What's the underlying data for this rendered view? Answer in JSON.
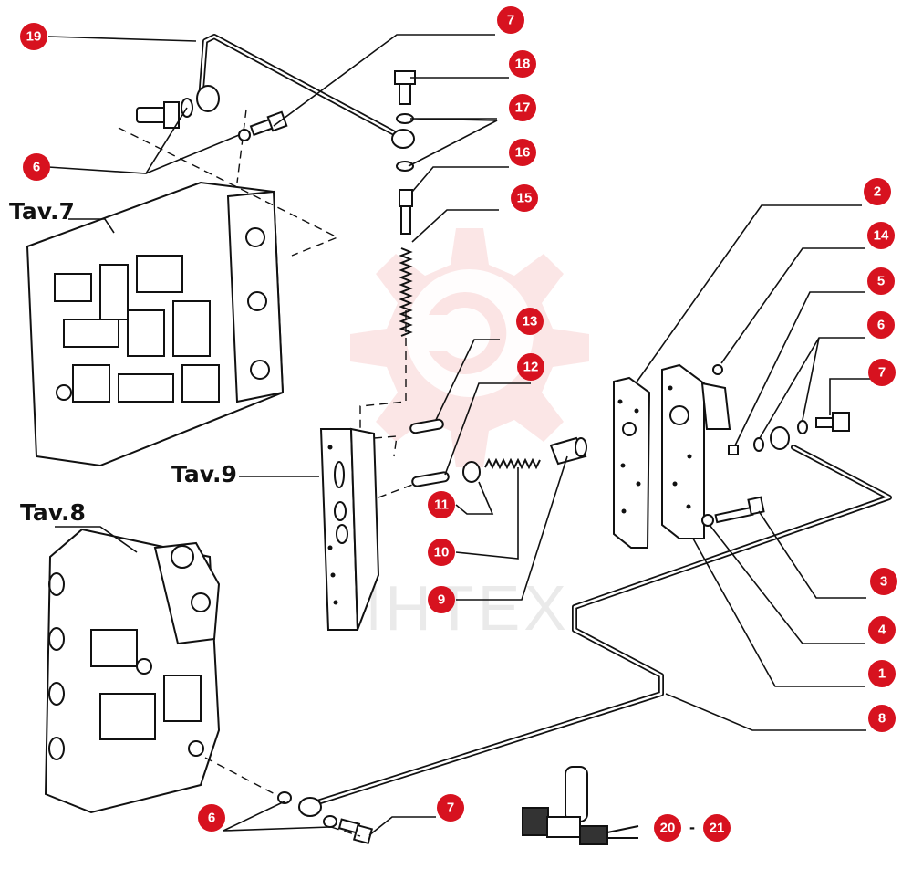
{
  "title": "",
  "reference_labels": [
    "Tav.7",
    "Tav.8",
    "Tav.9"
  ],
  "callouts": [
    "19",
    "7",
    "18",
    "17",
    "16",
    "15",
    "6",
    "13",
    "12",
    "11",
    "10",
    "9",
    "2",
    "14",
    "5",
    "6",
    "7",
    "3",
    "4",
    "1",
    "8",
    "7",
    "6",
    "20",
    "21"
  ],
  "range_separator": "-",
  "watermark_text": "MHTEX",
  "colors": {
    "callout": "#d7121f",
    "line": "#111111",
    "watermark": "#e23a3a"
  }
}
